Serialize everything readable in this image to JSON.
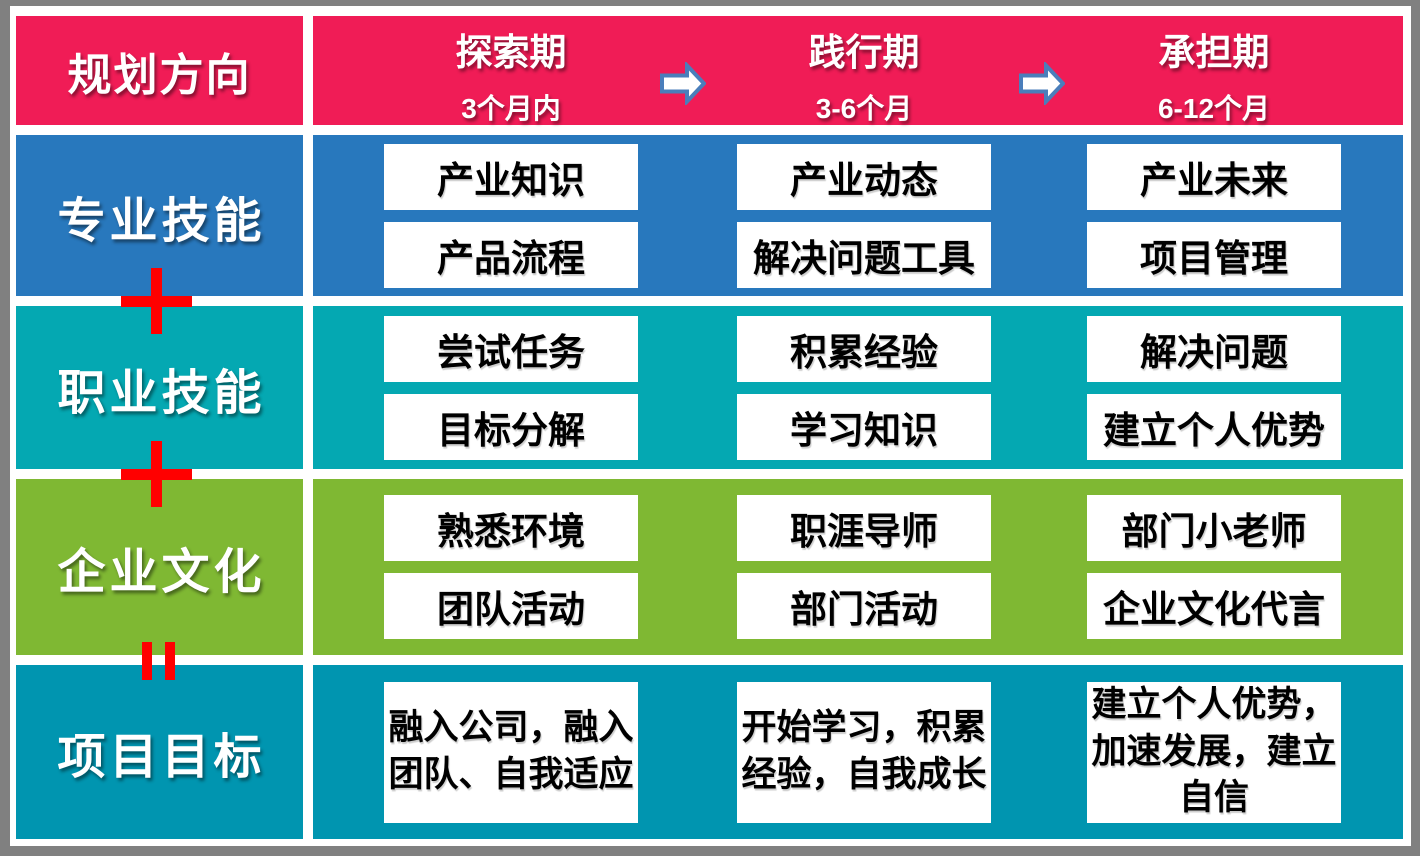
{
  "header": {
    "row_label": "规划方向",
    "periods": [
      {
        "title": "探索期",
        "subtitle": "3个月内"
      },
      {
        "title": "践行期",
        "subtitle": "3-6个月"
      },
      {
        "title": "承担期",
        "subtitle": "6-12个月"
      }
    ]
  },
  "rows": [
    {
      "label": "专业技能",
      "color": "#2878BD",
      "columns": [
        [
          "产业知识",
          "产品流程"
        ],
        [
          "产业动态",
          "解决问题工具"
        ],
        [
          "产业未来",
          "项目管理"
        ]
      ]
    },
    {
      "label": "职业技能",
      "color": "#04A8B2",
      "columns": [
        [
          "尝试任务",
          "目标分解"
        ],
        [
          "积累经验",
          "学习知识"
        ],
        [
          "解决问题",
          "建立个人优势"
        ]
      ]
    },
    {
      "label": "企业文化",
      "color": "#7FB833",
      "columns": [
        [
          "熟悉环境",
          "团队活动"
        ],
        [
          "职涯导师",
          "部门活动"
        ],
        [
          "部门小老师",
          "企业文化代言"
        ]
      ]
    },
    {
      "label": "项目目标",
      "color": "#0095B0",
      "columns": [
        [
          "融入公司，融入团队、自我适应"
        ],
        [
          "开始学习，积累经验，自我成长"
        ],
        [
          "建立个人优势，加速发展，建立自信"
        ]
      ]
    }
  ],
  "operators": [
    "+",
    "+",
    "="
  ],
  "colors": {
    "header_pink": "#F01C56",
    "row1_blue": "#2878BD",
    "row2_teal": "#04A8B2",
    "row3_green": "#7FB833",
    "row4_teal_dark": "#0095B0",
    "operator_red": "#FF0000",
    "arrow_outline_blue": "#4A7EBB",
    "arrow_fill_white": "#FFFFFF",
    "frame_gray": "#808080",
    "box_white": "#FFFFFF"
  }
}
